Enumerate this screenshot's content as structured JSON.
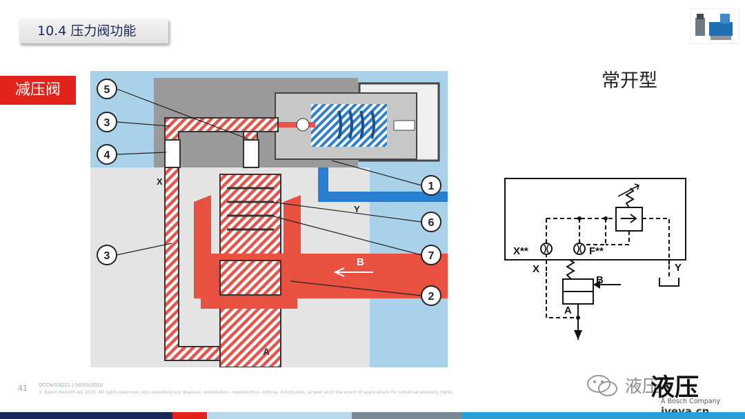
{
  "header": {
    "title": "10.4 压力阀功能"
  },
  "tag": {
    "label": "减压阀"
  },
  "type_label": "常开型",
  "drawing": {
    "callouts": [
      "5",
      "3",
      "4",
      "3",
      "1",
      "6",
      "7",
      "2"
    ],
    "port_labels": {
      "x": "X",
      "y": "Y",
      "b": "B",
      "a": "A"
    }
  },
  "symbol": {
    "x_label": "X**",
    "f_label": "F**",
    "x_port": "X",
    "y_port": "Y",
    "b_port": "B",
    "a_port": "A"
  },
  "footer": {
    "page_number": "41",
    "line1": "DCCN/SSO21 | 00/03/2020",
    "line2": "© Bosch Rexroth AG 2020. All rights reserved, also regarding any disposal, exploitation, reproduction, editing, distribution, as well as in the event of applications for industrial property rights."
  },
  "watermark": {
    "text": "液压",
    "big": "液压",
    "company": "A Bosch Company",
    "url": "iyeya.cn"
  },
  "colors": {
    "accent": "#e2231a",
    "pilot": "#2a7fd0",
    "sky": "#a9d2ea",
    "gray": "#9a9a9a"
  }
}
